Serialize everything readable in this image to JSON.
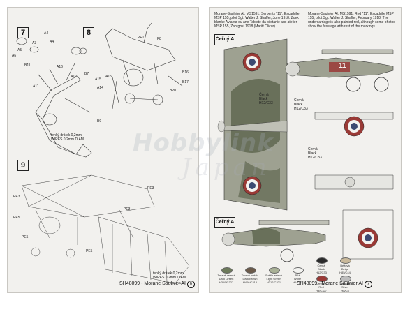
{
  "left_page": {
    "steps": [
      "7",
      "8",
      "9"
    ],
    "step7_parts": [
      "A4",
      "A4",
      "A3",
      "A5",
      "A6",
      "B11",
      "A16",
      "A11",
      "A12",
      "A15",
      "B7",
      "A14"
    ],
    "step8_parts": [
      "PE11",
      "F8",
      "B16",
      "B17",
      "A15",
      "B20"
    ],
    "step8_bottom_part": "B9",
    "step9_parts": [
      "PE3",
      "PE3",
      "PE5",
      "PE5",
      "PE5",
      "PE3"
    ],
    "wire_note": "tenký drátek 0,2mm\nWIRES 0,2mm DIAM",
    "wire_note2": "tenký drátek 0,2mm\nWIRES 0,2mm DIAM",
    "publisher": "Spec.Hobby",
    "footer": "SH48099 - Morane Saulnier AI",
    "page_number": "6"
  },
  "right_page": {
    "caption_a": "Morane-Saulnier AI, MS1591, Serpents \"11\", Escadrille MSP 155, pilot Sgt. Walter J. Shaffer, June 1918. Zoek blanke Aviaeur ou ane Tablete da pilotanie aux atelier MSP 155, Zahrgosl 1918 (Maritt Olicur)",
    "caption_b": "Morane-Saulnier AI, MS1591, Red \"11\", Escadrille MSP 155, pilot Sgt. Walter J. Shaffer, February 1918. The undercarriage is also painted red, although some photos show the fuselage with rest of the markings.",
    "profile_tag_a": "Čeřný A",
    "profile_tag_b": "Čeřný A",
    "fuselage_number": "11",
    "color_notes": [
      "Černá\nBlack\nH12/C33",
      "Černá\nBlack\nH12/C33",
      "Černá\nBlack\nH12/C33"
    ],
    "swatches": [
      {
        "label": "Tmavě zelená\nDark Green\nH319/C327",
        "color": "#6d7a5a"
      },
      {
        "label": "Tmavě hnědá\nDark Brown\nH406/C315",
        "color": "#6b5a4a"
      },
      {
        "label": "Světle zelená\nLight Green\nH312/C321",
        "color": "#a9b196"
      },
      {
        "label": "Bílá\nWhite\nH1/C62",
        "color": "#f3f3f0"
      },
      {
        "label": "Černá\nBlack\nH12/C33",
        "color": "#2b2b2b"
      },
      {
        "label": "Béžová\nBeige\nH85/C44",
        "color": "#c9b99b"
      },
      {
        "label": "Červená\nRed\nH3/C327",
        "color": "#9a3a36"
      },
      {
        "label": "Stříbrná\nSilver\nH8/C8",
        "color": "#bdbdbd"
      }
    ],
    "footer": "SH48099 - Morane Saulnier AI",
    "page_number": "7"
  },
  "watermark": {
    "line1": "Hobbylink",
    "line2": "Japan"
  },
  "colors": {
    "roundel_blue": "#3c4a72",
    "roundel_red": "#9a3a36",
    "camo_dark": "#5f6750",
    "camo_light": "#aeb1a4"
  }
}
